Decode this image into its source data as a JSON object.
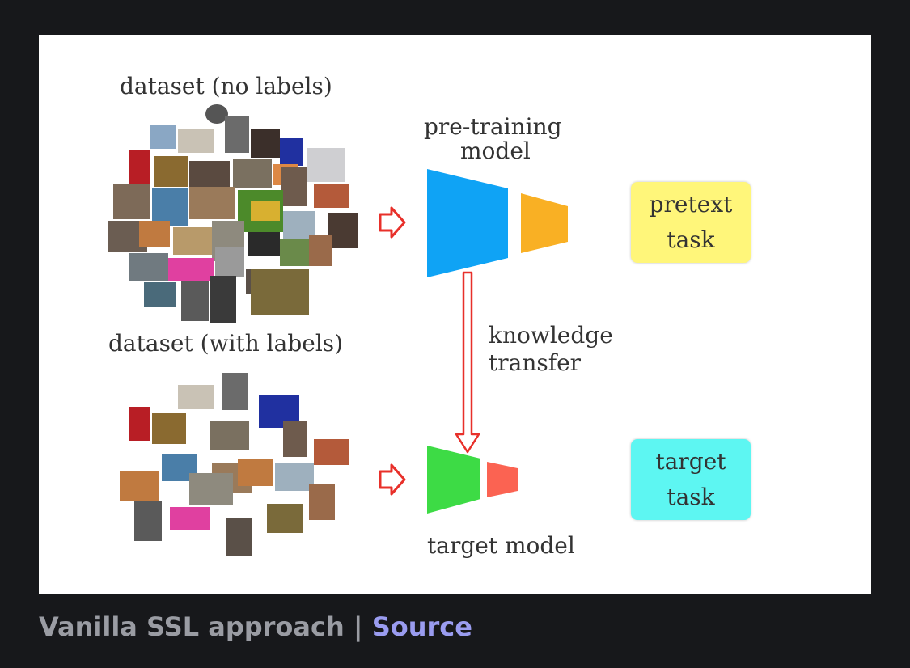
{
  "diagram": {
    "dataset_unlabeled_label": "dataset (no labels)",
    "dataset_labeled_label": "dataset (with labels)",
    "pretraining_label": "pre-training model",
    "pretraining_line1": "pre-training",
    "pretraining_line2": "model",
    "knowledge_transfer_line1": "knowledge",
    "knowledge_transfer_line2": "transfer",
    "target_model_label": "target model",
    "pretext_task": "pretext task",
    "target_task": "target task",
    "colors": {
      "encoder_blue": "#0fa3f5",
      "head_orange": "#f9b024",
      "encoder_green": "#3ddb45",
      "head_red": "#fb6352",
      "pretext_box": "#fff67a",
      "target_box": "#5df6f2",
      "arrow_red": "#e8302a"
    }
  },
  "caption": {
    "text": "Vanilla SSL approach |",
    "link": "Source"
  }
}
